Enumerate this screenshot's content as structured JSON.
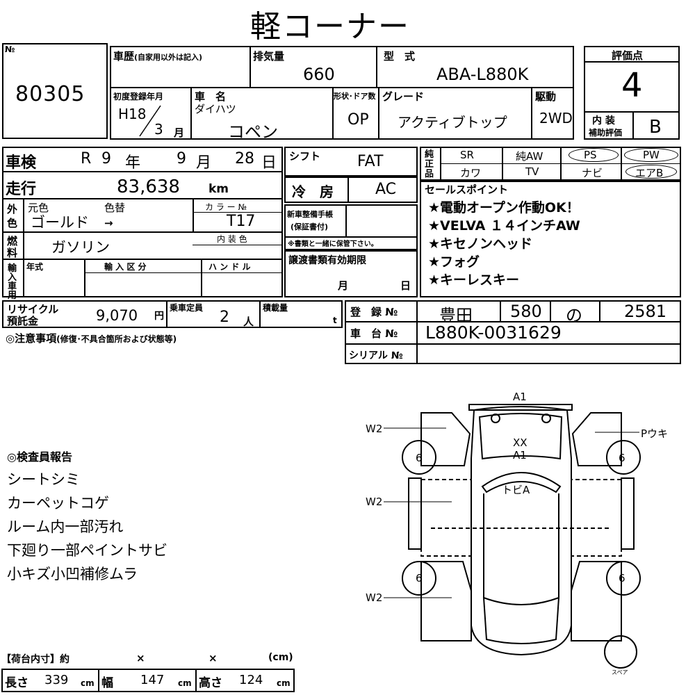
{
  "title": "軽コーナー",
  "lot": {
    "no_label": "№",
    "number": "80305"
  },
  "history": {
    "label": "車歴",
    "note": "(自家用以外は記入)"
  },
  "displacement": {
    "label": "排気量",
    "value": "660"
  },
  "model": {
    "label": "型　式",
    "value": "ABA-L880K"
  },
  "score": {
    "label": "評価点",
    "value": "4",
    "interior_label_1": "内 装",
    "interior_label_2": "補助評価",
    "interior_value": "B"
  },
  "first_reg": {
    "label": "初度登録年月",
    "era": "H18",
    "month": "3",
    "month_unit": "月"
  },
  "car_name": {
    "label": "車　名",
    "maker": "ダイハツ",
    "name": "コペン"
  },
  "shape_doors": {
    "label": "形状･ドア数",
    "value": "OP"
  },
  "grade": {
    "label": "グレード",
    "value": "アクティブトップ"
  },
  "drive": {
    "label": "駆動",
    "value": "2WD"
  },
  "inspection": {
    "label": "車検",
    "era": "R",
    "year": "9",
    "year_unit": "年",
    "month": "9",
    "month_unit": "月",
    "day": "28",
    "day_unit": "日"
  },
  "shift": {
    "label": "シフト",
    "value": "FAT"
  },
  "ac": {
    "label": "冷　房",
    "value": "AC"
  },
  "mileage": {
    "label": "走行",
    "value": "83,638",
    "unit": "km"
  },
  "genuine_equipment": {
    "label_1": "純",
    "label_2": "正",
    "label_3": "品",
    "items": [
      "SR",
      "純AW",
      "PS",
      "PW",
      "カワ",
      "TV",
      "ナビ",
      "エアB"
    ],
    "circled": [
      "PS",
      "PW",
      "エアB"
    ]
  },
  "color": {
    "side_1": "外",
    "side_2": "色",
    "orig_label": "元色",
    "repaint_label": "色替",
    "orig_value": "ゴールド",
    "arrow": "→",
    "code_label": "カ ラ ー №",
    "code_value": "T17"
  },
  "fuel": {
    "side_1": "燃",
    "side_2": "料",
    "value": "ガソリン",
    "interior_color_label": "内 装 色"
  },
  "warranty": {
    "label_1": "新車整備手帳",
    "label_2": "(保証書付)",
    "note": "※書類と一緒に保管下さい。"
  },
  "import": {
    "side_1": "輸",
    "side_2": "入",
    "side_3": "車",
    "side_4": "用",
    "year_label": "年式",
    "type_label": "輸 入 区 分",
    "handle_label": "ハ ン ド ル"
  },
  "transfer_docs": {
    "label": "譲渡書類有効期限",
    "month_unit": "月",
    "day_unit": "日"
  },
  "sales_points": {
    "label": "セールスポイント",
    "items": [
      "★電動オープン作動OK！",
      "★VELVA １４インチAW",
      "★キセノンヘッド",
      "★フォグ",
      "★キーレスキー"
    ]
  },
  "recycle": {
    "label_1": "リサイクル",
    "label_2": "預託金",
    "value": "9,070",
    "unit": "円"
  },
  "capacity": {
    "label": "乗車定員",
    "value": "2",
    "unit": "人"
  },
  "load": {
    "label": "積載量",
    "unit": "t"
  },
  "registration": {
    "label": "登　録 №",
    "area": "豊田",
    "class": "580",
    "kana": "の",
    "number": "2581"
  },
  "chassis": {
    "label": "車　台 №",
    "value": "L880K-0031629"
  },
  "serial": {
    "label": "シリアル №"
  },
  "notes": {
    "label": "◎注意事項",
    "sub": "(修復･不具合箇所および状態等)"
  },
  "inspector_report": {
    "label": "◎検査員報告",
    "items": [
      "シートシミ",
      "カーペットコゲ",
      "ルーム内一部汚れ",
      "下廻り一部ペイントサビ",
      "小キズ小凹補修ムラ"
    ]
  },
  "diagram": {
    "front_label": "A1",
    "hood_label_1": "XX",
    "hood_label_2": "A1",
    "windshield_label": "トビA",
    "left_labels": [
      "W2",
      "W2",
      "W2"
    ],
    "right_label": "Pウキ",
    "tires": [
      "6",
      "6",
      "6",
      "6"
    ],
    "spare": "スペア"
  },
  "cargo": {
    "label": "【荷台内寸】約",
    "x1": "×",
    "x2": "×",
    "unit": "(cm)",
    "length_label": "長さ",
    "length": "339",
    "width_label": "幅",
    "width": "147",
    "height_label": "高さ",
    "height": "124",
    "cm": "cm"
  }
}
